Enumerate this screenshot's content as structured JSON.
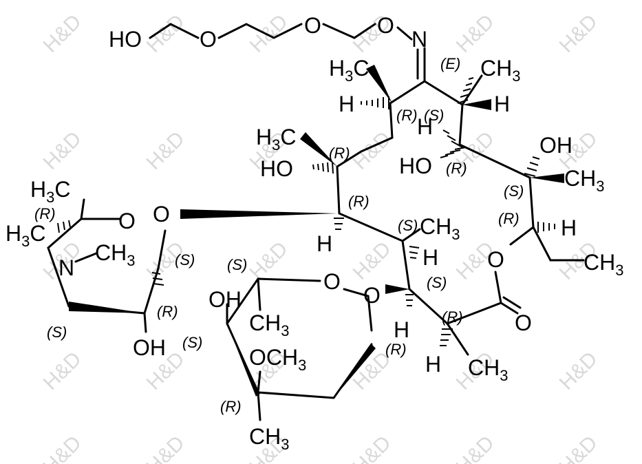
{
  "watermark": "H&D",
  "atoms": {
    "ho_top": "HO",
    "o_chain1": "O",
    "o_chain2": "O",
    "o_chain3": "O",
    "n_oxime": "N",
    "h3c_c10": "H3C",
    "ch3_c8": "CH3",
    "h_c10": "H",
    "h_c8": "H",
    "h3c_c12": "H3C",
    "h_c9": "H",
    "oh_c11": "OH",
    "ho_c12": "HO",
    "ho_c9": "HO",
    "ch3_c11": "CH3",
    "h_c13": "H",
    "ch3_ethyl": "CH3",
    "o_lactone": "O",
    "o_carbonyl": "O",
    "ch3_c4": "CH3",
    "h_c3": "H",
    "o_glyc_right": "O",
    "h_c2": "H",
    "ch3_c2": "CH3",
    "h_c14": "H",
    "o_glyc_left": "O",
    "o_ring_desos": "O",
    "h3c_desos": "H3C",
    "n_desos": "N",
    "ch3_n": "CH3",
    "h3c_n": "H3C",
    "oh_desos": "OH",
    "o_ring_clad": "O",
    "oh_clad": "OH",
    "ch3_clad5": "CH3",
    "och3_clad": "OCH3",
    "ch3_clad3": "CH3"
  },
  "stereo": {
    "e_oxime": "(E)",
    "r_c10": "(R)",
    "s_c8": "(S)",
    "r_c12": "(R)",
    "r_c9": "(R)",
    "s_c11": "(S)",
    "r_c13": "(R)",
    "r_c14": "(R)",
    "s_c4": "(S)",
    "s_c3": "(S)",
    "r_c2": "(R)",
    "r_desos_me": "(R)",
    "s_desos_n": "(S)",
    "s_desos_anomer": "(S)",
    "r_desos_oh": "(R)",
    "s_clad_me": "(S)",
    "s_clad_oh": "(S)",
    "r_clad_c3": "(R)",
    "r_clad_anomer": "(R)"
  }
}
